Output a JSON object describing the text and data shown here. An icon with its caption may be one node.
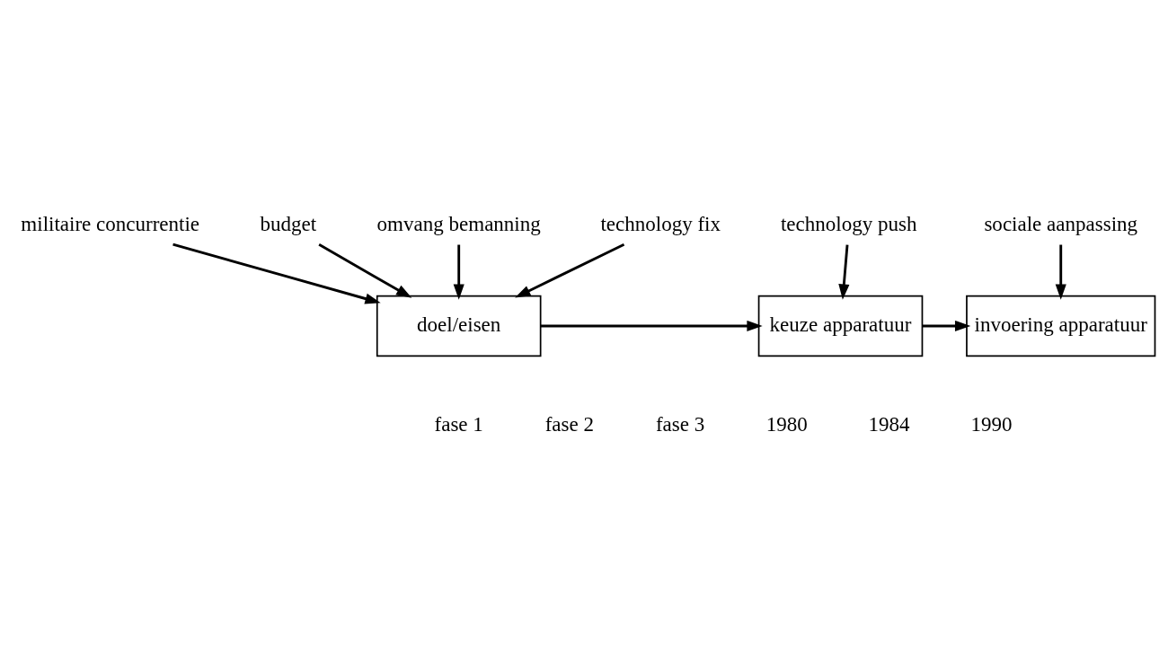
{
  "diagram": {
    "nodes": [
      {
        "text": [
          "militaire concurrentie"
        ]
      },
      {
        "text": [
          "sociale aanpassing"
        ]
      },
      {
        "text": [
          "budget"
        ]
      },
      {
        "text": [
          "doel/eisen"
        ]
      },
      {
        "text": [
          "keuze apparatuur"
        ]
      },
      {
        "text": [
          "invoering apparatuur"
        ]
      },
      {
        "text": [
          "omvang bemanning"
        ]
      },
      {
        "text": [
          "technology fix"
        ]
      },
      {
        "text": [
          "technology push"
        ]
      }
    ],
    "edges": [
      {
        "from": 2,
        "to": 3,
        "arrow": "to"
      },
      {
        "from": 0,
        "to": 3,
        "arrow": "to"
      },
      {
        "from": 1,
        "to": 5,
        "arrow": "to"
      },
      {
        "from": 3,
        "to": 4,
        "arrow": "to"
      },
      {
        "from": 4,
        "to": 5,
        "arrow": "to"
      },
      {
        "from": 6,
        "to": 3,
        "arrow": "to"
      },
      {
        "from": 7,
        "to": 3,
        "arrow": "to"
      },
      {
        "from": 8,
        "to": 4,
        "arrow": "to"
      }
    ],
    "labels": [
      "fase 1",
      "fase 2",
      "fase 3",
      "1980",
      "1984",
      "1990"
    ]
  }
}
